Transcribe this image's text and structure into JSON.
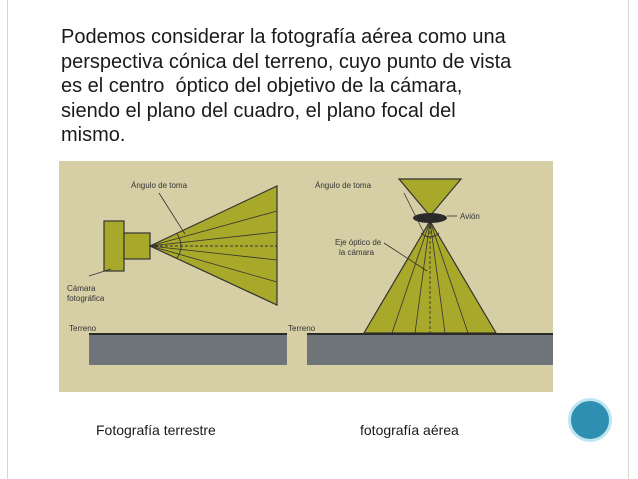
{
  "slide": {
    "bullet_text": "Podemos considerar la fotografía aérea como una\nperspectiva cónica del terreno, cuyo punto de vista\nes el centro  óptico del objetivo de la cámara,\nsiendo el plano del cuadro, el plano focal del\nmismo.",
    "bullet_icon": "curl-bullet-icon",
    "bullet_glyph": "",
    "accent_color": "#2fb3c8"
  },
  "figure": {
    "left_panel": {
      "angle_label": "Ángulo de toma",
      "camera_label_line1": "Cámara",
      "camera_label_line2": "fotográfica",
      "ground_label": "Terreno"
    },
    "right_panel": {
      "angle_label": "Ángulo de toma",
      "plane_label": "Avión",
      "axis_label_line1": "Eje óptico de",
      "axis_label_line2": "la cámara",
      "ground_label": "Terreno"
    },
    "colors": {
      "background": "#d6cfa6",
      "cone": "#a8a82a",
      "ground": "#6f7478"
    }
  },
  "captions": {
    "left": "Fotografía terrestre",
    "right": "fotografía aérea"
  }
}
